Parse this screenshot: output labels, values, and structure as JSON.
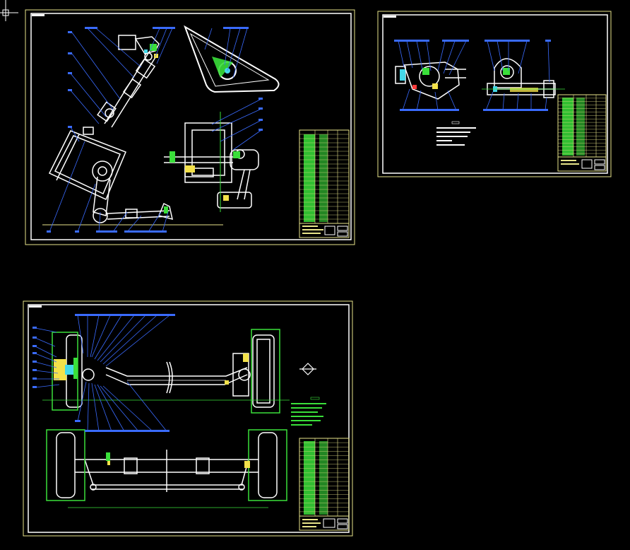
{
  "colors": {
    "background": "#000000",
    "outline": "#ffffff",
    "frame": "#e8e58a",
    "leader": "#3a6bff",
    "accent_green": "#3adf3a",
    "accent_yellow": "#f3e14a",
    "accent_cyan": "#44d8e8",
    "accent_red": "#ff3b3b"
  },
  "sheets": [
    {
      "id": "steering-assembly",
      "table_rows": 22
    },
    {
      "id": "steering-gear",
      "table_rows": 18
    },
    {
      "id": "front-axle",
      "table_rows": 18
    }
  ],
  "icons": {
    "ucs": "crosshair-icon"
  }
}
